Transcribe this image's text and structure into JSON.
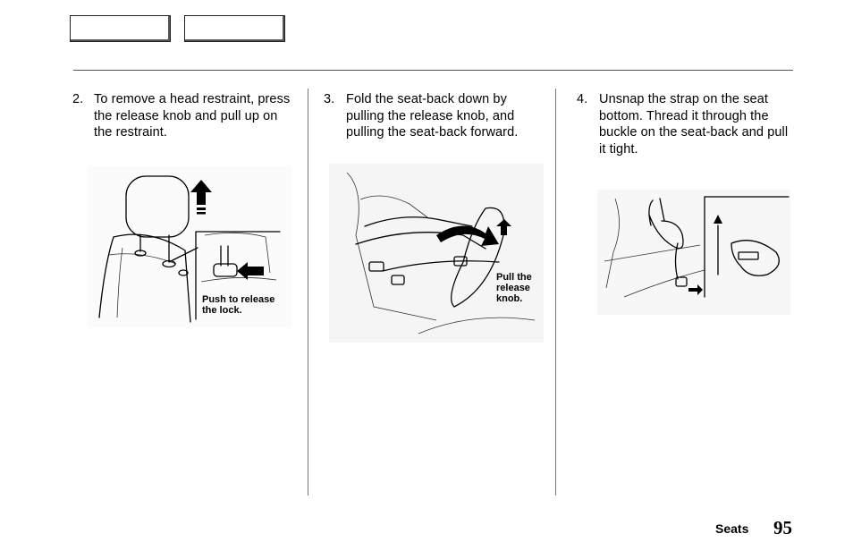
{
  "steps": [
    {
      "number": "2.",
      "text": "To remove a head restraint, press the release knob and pull up on the restraint.",
      "callout": "Push to release the lock."
    },
    {
      "number": "3.",
      "text": "Fold the seat-back down by pulling the release knob, and pulling the seat-back forward.",
      "callout": "Pull the release knob."
    },
    {
      "number": "4.",
      "text": "Unsnap the strap on the seat bottom. Thread it through the buckle on the seat-back and pull it tight."
    }
  ],
  "footer": {
    "section": "Seats",
    "page": "95"
  }
}
